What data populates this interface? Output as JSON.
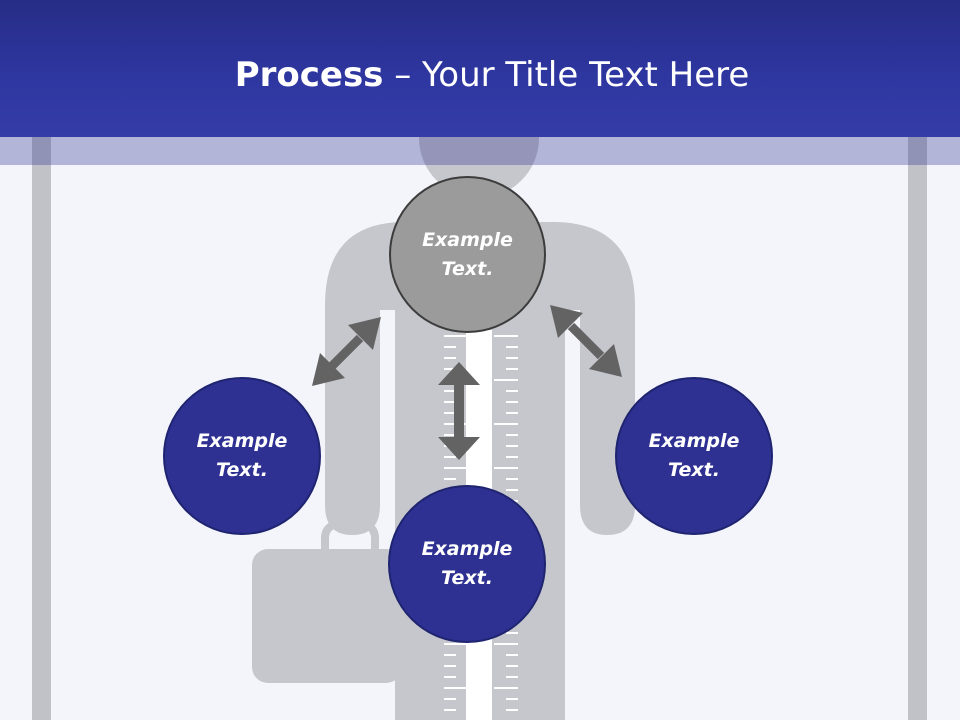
{
  "header": {
    "title_strong": "Process",
    "title_rest": " – Your Title Text Here"
  },
  "diagram": {
    "nodes": {
      "top": {
        "line1": "Example",
        "line2": "Text."
      },
      "left": {
        "line1": "Example",
        "line2": "Text."
      },
      "right": {
        "line1": "Example",
        "line2": "Text."
      },
      "bottom": {
        "line1": "Example",
        "line2": "Text."
      }
    }
  },
  "colors": {
    "header": "#2e36a0",
    "node_fill": "#2e3192",
    "node_highlight": "#9b9b9b",
    "figure": "#c6c7cc",
    "arrow": "#616161",
    "background": "#f4f5fb"
  }
}
